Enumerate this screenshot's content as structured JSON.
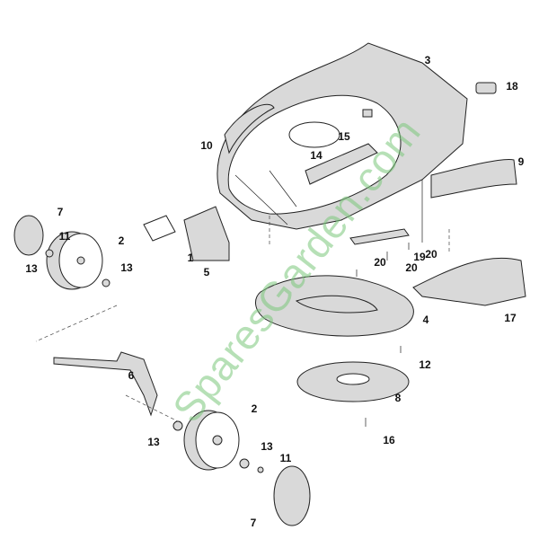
{
  "diagram": {
    "watermark": "SparesGarden.com",
    "part_labels": [
      "3",
      "18",
      "10",
      "15",
      "14",
      "9",
      "7",
      "11",
      "2",
      "1",
      "5",
      "19",
      "20",
      "20",
      "20",
      "13",
      "13",
      "17",
      "4",
      "12",
      "6",
      "8",
      "2",
      "16",
      "13",
      "13",
      "11",
      "7"
    ]
  }
}
